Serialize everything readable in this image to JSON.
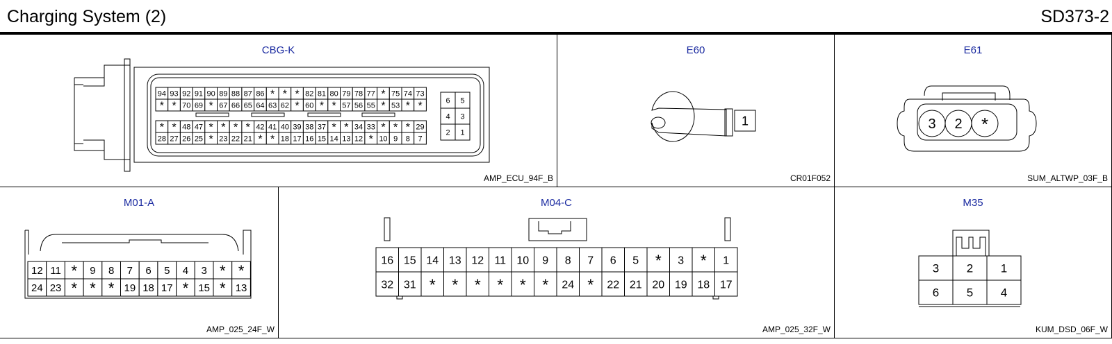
{
  "page": {
    "title": "Charging System (2)",
    "code": "SD373-2"
  },
  "connectors": [
    {
      "id": "cbgk",
      "name": "CBG-K",
      "part": "AMP_ECU_94F_B",
      "blocks": [
        {
          "rows": [
            [
              "94",
              "93",
              "92",
              "91",
              "90",
              "89",
              "88",
              "87",
              "86",
              "*",
              "*",
              "*",
              "82",
              "81",
              "80",
              "79",
              "78",
              "77",
              "*",
              "75",
              "74",
              "73"
            ],
            [
              "*",
              "*",
              "70",
              "69",
              "*",
              "67",
              "66",
              "65",
              "64",
              "63",
              "62",
              "*",
              "60",
              "*",
              "*",
              "57",
              "56",
              "55",
              "*",
              "53",
              "*",
              "*"
            ]
          ]
        },
        {
          "rows": [
            [
              "*",
              "*",
              "48",
              "47",
              "*",
              "*",
              "*",
              "*",
              "42",
              "41",
              "40",
              "39",
              "38",
              "37",
              "*",
              "*",
              "34",
              "33",
              "*",
              "*",
              "*",
              "29"
            ],
            [
              "28",
              "27",
              "26",
              "25",
              "*",
              "23",
              "22",
              "21",
              "*",
              "*",
              "18",
              "17",
              "16",
              "15",
              "14",
              "13",
              "12",
              "*",
              "10",
              "9",
              "8",
              "7"
            ]
          ]
        },
        {
          "rows": [
            [
              "6",
              "5"
            ],
            [
              "4",
              "3"
            ],
            [
              "2",
              "1"
            ]
          ]
        }
      ]
    },
    {
      "id": "e60",
      "name": "E60",
      "part": "CR01F052",
      "pins": [
        "1"
      ]
    },
    {
      "id": "e61",
      "name": "E61",
      "part": "SUM_ALTWP_03F_B",
      "pins": [
        "3",
        "2",
        "*"
      ]
    },
    {
      "id": "m01a",
      "name": "M01-A",
      "part": "AMP_025_24F_W",
      "rows": [
        [
          "12",
          "11",
          "*",
          "9",
          "8",
          "7",
          "6",
          "5",
          "4",
          "3",
          "*",
          "*"
        ],
        [
          "24",
          "23",
          "*",
          "*",
          "*",
          "19",
          "18",
          "17",
          "*",
          "15",
          "*",
          "13"
        ]
      ]
    },
    {
      "id": "m04c",
      "name": "M04-C",
      "part": "AMP_025_32F_W",
      "rows": [
        [
          "16",
          "15",
          "14",
          "13",
          "12",
          "11",
          "10",
          "9",
          "8",
          "7",
          "6",
          "5",
          "*",
          "3",
          "*",
          "1"
        ],
        [
          "32",
          "31",
          "*",
          "*",
          "*",
          "*",
          "*",
          "*",
          "24",
          "*",
          "22",
          "21",
          "20",
          "19",
          "18",
          "17"
        ]
      ]
    },
    {
      "id": "m35",
      "name": "M35",
      "part": "KUM_DSD_06F_W",
      "rows": [
        [
          "3",
          "2",
          "1"
        ],
        [
          "6",
          "5",
          "4"
        ]
      ]
    }
  ]
}
